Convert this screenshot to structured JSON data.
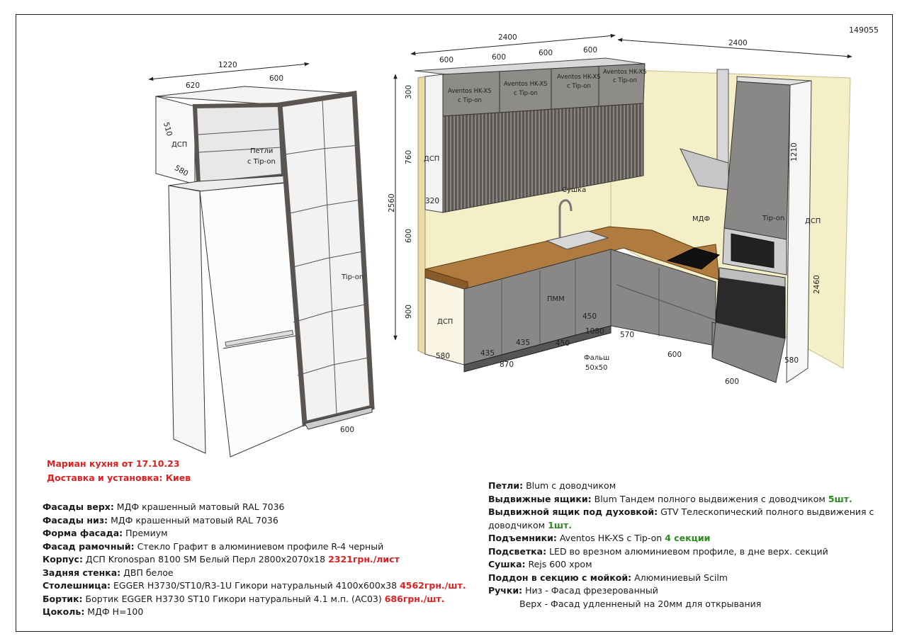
{
  "doc_number": "149055",
  "header_lines": [
    "Мариан кухня от 17.10.23",
    "Доставка и установка: Киев"
  ],
  "drawing": {
    "fridge_dims": {
      "total": "1220",
      "left": "620",
      "right": "600",
      "depth_top": "510",
      "depth_mid": "580",
      "bottom": "600"
    },
    "fridge_labels": {
      "dsp": "ДСП",
      "hinges": "Петли",
      "tipon_small": "с Tip-on",
      "tipon": "Tip-on"
    },
    "kitchen_dims": {
      "top_total": "2400",
      "right_total": "2400",
      "mod1": "600",
      "mod2": "600",
      "mod3": "600",
      "mod4": "600",
      "h300": "300",
      "h760": "760",
      "h600": "600",
      "h900": "900",
      "h2560": "2560",
      "d320": "320",
      "d580": "580",
      "d580b": "580",
      "w435a": "435",
      "w435b": "435",
      "w450a": "450",
      "w450b": "450",
      "w870": "870",
      "w1080": "1080",
      "w570": "570",
      "w600a": "600",
      "w600b": "600",
      "h1210": "1210",
      "h2460": "2460"
    },
    "kitchen_labels": {
      "aventos1": "Aventos HK-XS",
      "aventos1b": "с Tip-on",
      "aventos2": "Aventos HK-XS",
      "aventos2b": "с Tip-on",
      "aventos3": "Aventos HK-XS",
      "aventos3b": "с Tip-on",
      "aventos4": "Aventos HK-XS",
      "aventos4b": "с Tip-on",
      "dsp_upper": "ДСП",
      "dsp_lower": "ДСП",
      "dsp_right": "ДСП",
      "sushka": "Сушка",
      "pmm": "ПММ",
      "mdf": "МДФ",
      "tipon": "Tip-on",
      "falsh": "Фальш",
      "falsh_size": "50x50"
    }
  },
  "specs_left": [
    {
      "key": "Фасады верх:",
      "text": " МДФ крашенный матовый RAL 7036"
    },
    {
      "key": "Фасады низ:",
      "text": " МДФ крашенный матовый RAL 7036"
    },
    {
      "key": "Форма фасада:",
      "text": " Премиум"
    },
    {
      "key": "Фасад рамочный:",
      "text": " Стекло Графит в алюминиевом профиле R-4 черный"
    },
    {
      "key": "Корпус:",
      "text": " ДСП Kronospan 8100 SM Белый Перл 2800x2070x18 ",
      "price": "2321грн./лист"
    },
    {
      "key": "Задняя стенка:",
      "text": " ДВП белое"
    },
    {
      "key": "Столешница:",
      "text": " EGGER H3730/ST10/R3-1U Гикори натуральный 4100x600x38 ",
      "price": "4562грн./шт."
    },
    {
      "key": "Бортик:",
      "text": " Бортик EGGER H3730 ST10 Гикори натуральный  4.1 м.п. (AC03) ",
      "price": "686грн./шт."
    },
    {
      "key": "Цоколь:",
      "text": " МДФ H=100"
    }
  ],
  "specs_right": [
    {
      "key": "Петли:",
      "text": " Blum с доводчиком"
    },
    {
      "key": "Выдвижные ящики:",
      "text": " Blum Тандем полного выдвижения с доводчиком ",
      "qty": "5шт."
    },
    {
      "key": "Выдвижной ящик под духовкой:",
      "text": " GTV Телескопический полного выдвижения с"
    },
    {
      "key": "",
      "text": "доводчиком ",
      "qty": "1шт."
    },
    {
      "key": "Подъемники:",
      "text": " Aventos HK-XS с Tip-on ",
      "qty": "4 секции"
    },
    {
      "key": "Подсветка:",
      "text": " LED во врезном алюминиевом профиле, в дне верх. секций"
    },
    {
      "key": "Сушка:",
      "text": " Rejs 600  хром"
    },
    {
      "key": "Поддон в секцию с мойкой:",
      "text": " Алюминиевый Scilm"
    },
    {
      "key": "Ручки:",
      "text": " Низ - Фасад фрезерованный"
    },
    {
      "key": "",
      "text": "Верх - Фасад удленненый на 20мм для открывания",
      "indent": true
    }
  ]
}
